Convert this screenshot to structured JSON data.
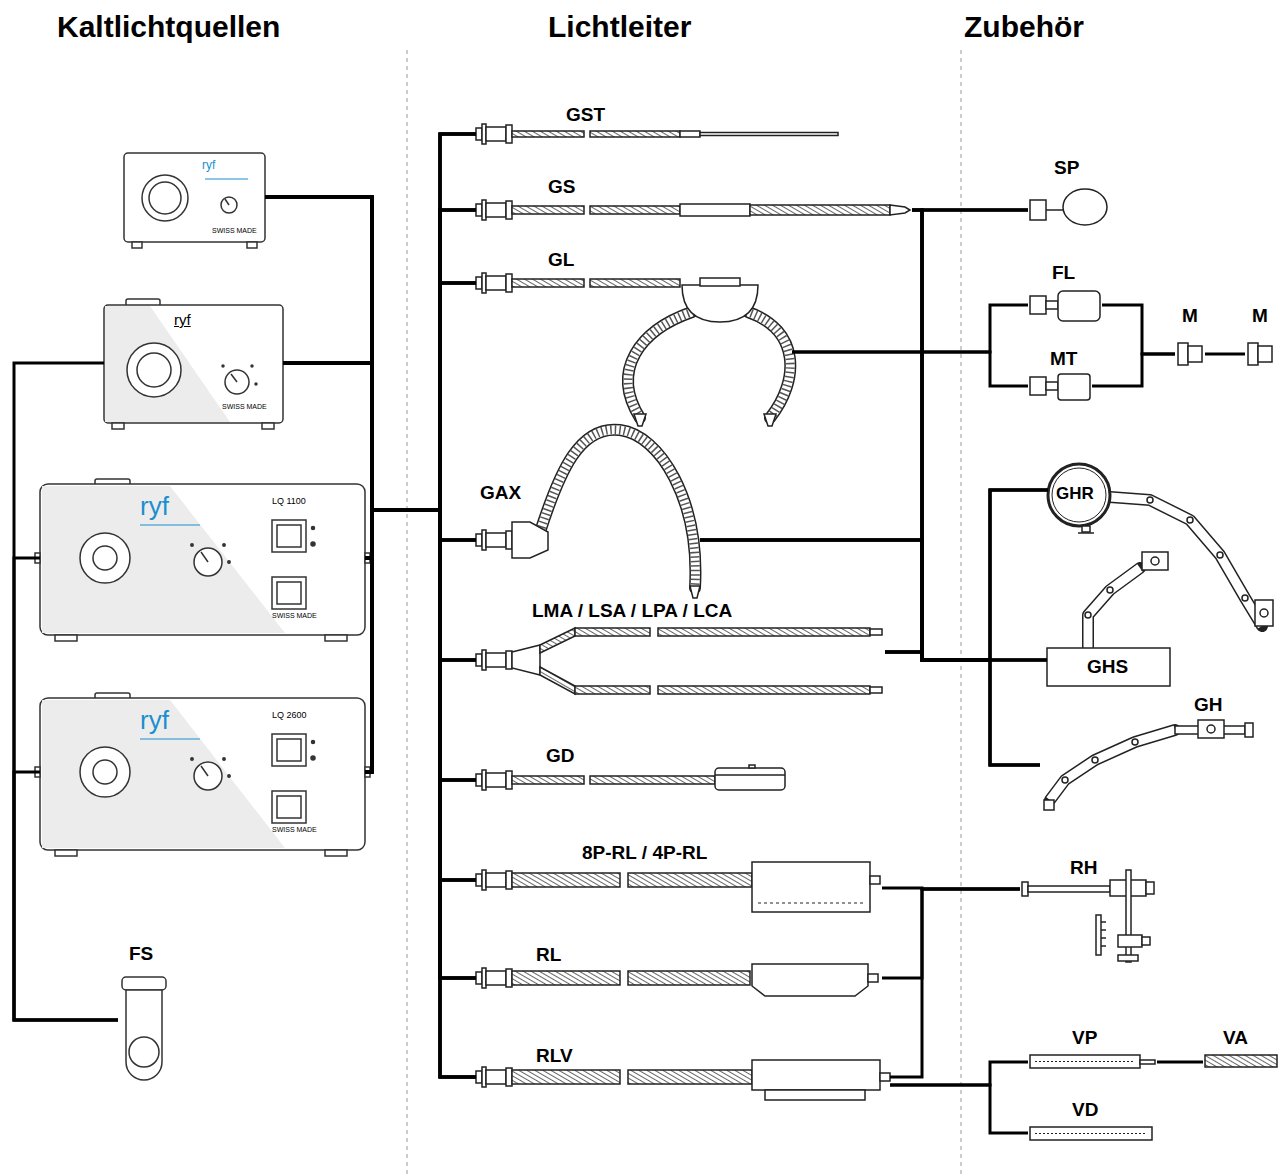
{
  "diagram": {
    "nodes": [
      {
        "text": [
          "ryf",
          "SWISS MADE"
        ]
      },
      {
        "text": [
          "ryf",
          "SWISS MADE"
        ]
      },
      {
        "text": [
          "ryf",
          "LQ 1100",
          "SWISS MADE"
        ]
      },
      {
        "text": [
          "ryf",
          "LQ 2600",
          "SWISS MADE"
        ]
      },
      {
        "text": [
          "FS"
        ]
      },
      {
        "text": [
          "GST"
        ]
      },
      {
        "text": [
          "GS"
        ]
      },
      {
        "text": [
          "GL"
        ]
      },
      {
        "text": [
          "GAX"
        ]
      },
      {
        "text": [
          "LMA / LSA / LPA / LCA"
        ]
      },
      {
        "text": [
          "GD"
        ]
      },
      {
        "text": [
          "8P-RL / 4P-RL"
        ]
      },
      {
        "text": [
          "RL"
        ]
      },
      {
        "text": [
          "RLV"
        ]
      },
      {
        "text": [
          "SP"
        ]
      },
      {
        "text": [
          "FL"
        ]
      },
      {
        "text": [
          "MT"
        ]
      },
      {
        "text": [
          "M"
        ]
      },
      {
        "text": [
          "M"
        ]
      },
      {
        "text": [
          "GHR"
        ]
      },
      {
        "text": [
          "GHS"
        ]
      },
      {
        "text": [
          "GH"
        ]
      },
      {
        "text": [
          "RH"
        ]
      },
      {
        "text": [
          "VP"
        ]
      },
      {
        "text": [
          "VA"
        ]
      },
      {
        "text": [
          "VD"
        ]
      }
    ],
    "edges": [
      {
        "from": 4,
        "to": 1,
        "arrow": "none"
      },
      {
        "from": 4,
        "to": 2,
        "arrow": "none"
      },
      {
        "from": 4,
        "to": 3,
        "arrow": "none"
      },
      {
        "from": 0,
        "to": 5,
        "arrow": "none"
      },
      {
        "from": 0,
        "to": 6,
        "arrow": "none"
      },
      {
        "from": 0,
        "to": 7,
        "arrow": "none"
      },
      {
        "from": 0,
        "to": 8,
        "arrow": "none"
      },
      {
        "from": 0,
        "to": 9,
        "arrow": "none"
      },
      {
        "from": 0,
        "to": 10,
        "arrow": "none"
      },
      {
        "from": 0,
        "to": 11,
        "arrow": "none"
      },
      {
        "from": 0,
        "to": 12,
        "arrow": "none"
      },
      {
        "from": 0,
        "to": 13,
        "arrow": "none"
      },
      {
        "from": 1,
        "to": 5,
        "arrow": "none"
      },
      {
        "from": 1,
        "to": 6,
        "arrow": "none"
      },
      {
        "from": 1,
        "to": 7,
        "arrow": "none"
      },
      {
        "from": 1,
        "to": 8,
        "arrow": "none"
      },
      {
        "from": 1,
        "to": 9,
        "arrow": "none"
      },
      {
        "from": 1,
        "to": 10,
        "arrow": "none"
      },
      {
        "from": 1,
        "to": 11,
        "arrow": "none"
      },
      {
        "from": 1,
        "to": 12,
        "arrow": "none"
      },
      {
        "from": 1,
        "to": 13,
        "arrow": "none"
      },
      {
        "from": 2,
        "to": 5,
        "arrow": "none"
      },
      {
        "from": 2,
        "to": 6,
        "arrow": "none"
      },
      {
        "from": 2,
        "to": 7,
        "arrow": "none"
      },
      {
        "from": 2,
        "to": 8,
        "arrow": "none"
      },
      {
        "from": 2,
        "to": 9,
        "arrow": "none"
      },
      {
        "from": 2,
        "to": 10,
        "arrow": "none"
      },
      {
        "from": 2,
        "to": 11,
        "arrow": "none"
      },
      {
        "from": 2,
        "to": 12,
        "arrow": "none"
      },
      {
        "from": 2,
        "to": 13,
        "arrow": "none"
      },
      {
        "from": 3,
        "to": 5,
        "arrow": "none"
      },
      {
        "from": 3,
        "to": 6,
        "arrow": "none"
      },
      {
        "from": 3,
        "to": 7,
        "arrow": "none"
      },
      {
        "from": 3,
        "to": 8,
        "arrow": "none"
      },
      {
        "from": 3,
        "to": 9,
        "arrow": "none"
      },
      {
        "from": 3,
        "to": 10,
        "arrow": "none"
      },
      {
        "from": 3,
        "to": 11,
        "arrow": "none"
      },
      {
        "from": 3,
        "to": 12,
        "arrow": "none"
      },
      {
        "from": 3,
        "to": 13,
        "arrow": "none"
      },
      {
        "from": 6,
        "to": 14,
        "arrow": "none"
      },
      {
        "from": 8,
        "to": 14,
        "arrow": "none"
      },
      {
        "from": 9,
        "to": 14,
        "arrow": "none"
      },
      {
        "from": 7,
        "to": 15,
        "arrow": "none"
      },
      {
        "from": 7,
        "to": 16,
        "arrow": "none"
      },
      {
        "from": 15,
        "to": 17,
        "arrow": "none"
      },
      {
        "from": 16,
        "to": 17,
        "arrow": "none"
      },
      {
        "from": 17,
        "to": 18,
        "arrow": "none"
      },
      {
        "from": 6,
        "to": 19,
        "arrow": "none"
      },
      {
        "from": 6,
        "to": 20,
        "arrow": "none"
      },
      {
        "from": 6,
        "to": 21,
        "arrow": "none"
      },
      {
        "from": 8,
        "to": 19,
        "arrow": "none"
      },
      {
        "from": 8,
        "to": 20,
        "arrow": "none"
      },
      {
        "from": 8,
        "to": 21,
        "arrow": "none"
      },
      {
        "from": 9,
        "to": 19,
        "arrow": "none"
      },
      {
        "from": 9,
        "to": 20,
        "arrow": "none"
      },
      {
        "from": 9,
        "to": 21,
        "arrow": "none"
      },
      {
        "from": 11,
        "to": 22,
        "arrow": "none"
      },
      {
        "from": 12,
        "to": 22,
        "arrow": "none"
      },
      {
        "from": 13,
        "to": 22,
        "arrow": "none"
      },
      {
        "from": 13,
        "to": 23,
        "arrow": "none"
      },
      {
        "from": 13,
        "to": 25,
        "arrow": "none"
      },
      {
        "from": 23,
        "to": 24,
        "arrow": "none"
      }
    ],
    "labels": [
      "Kaltlichtquellen",
      "Lichtleiter",
      "Zubehör"
    ]
  }
}
